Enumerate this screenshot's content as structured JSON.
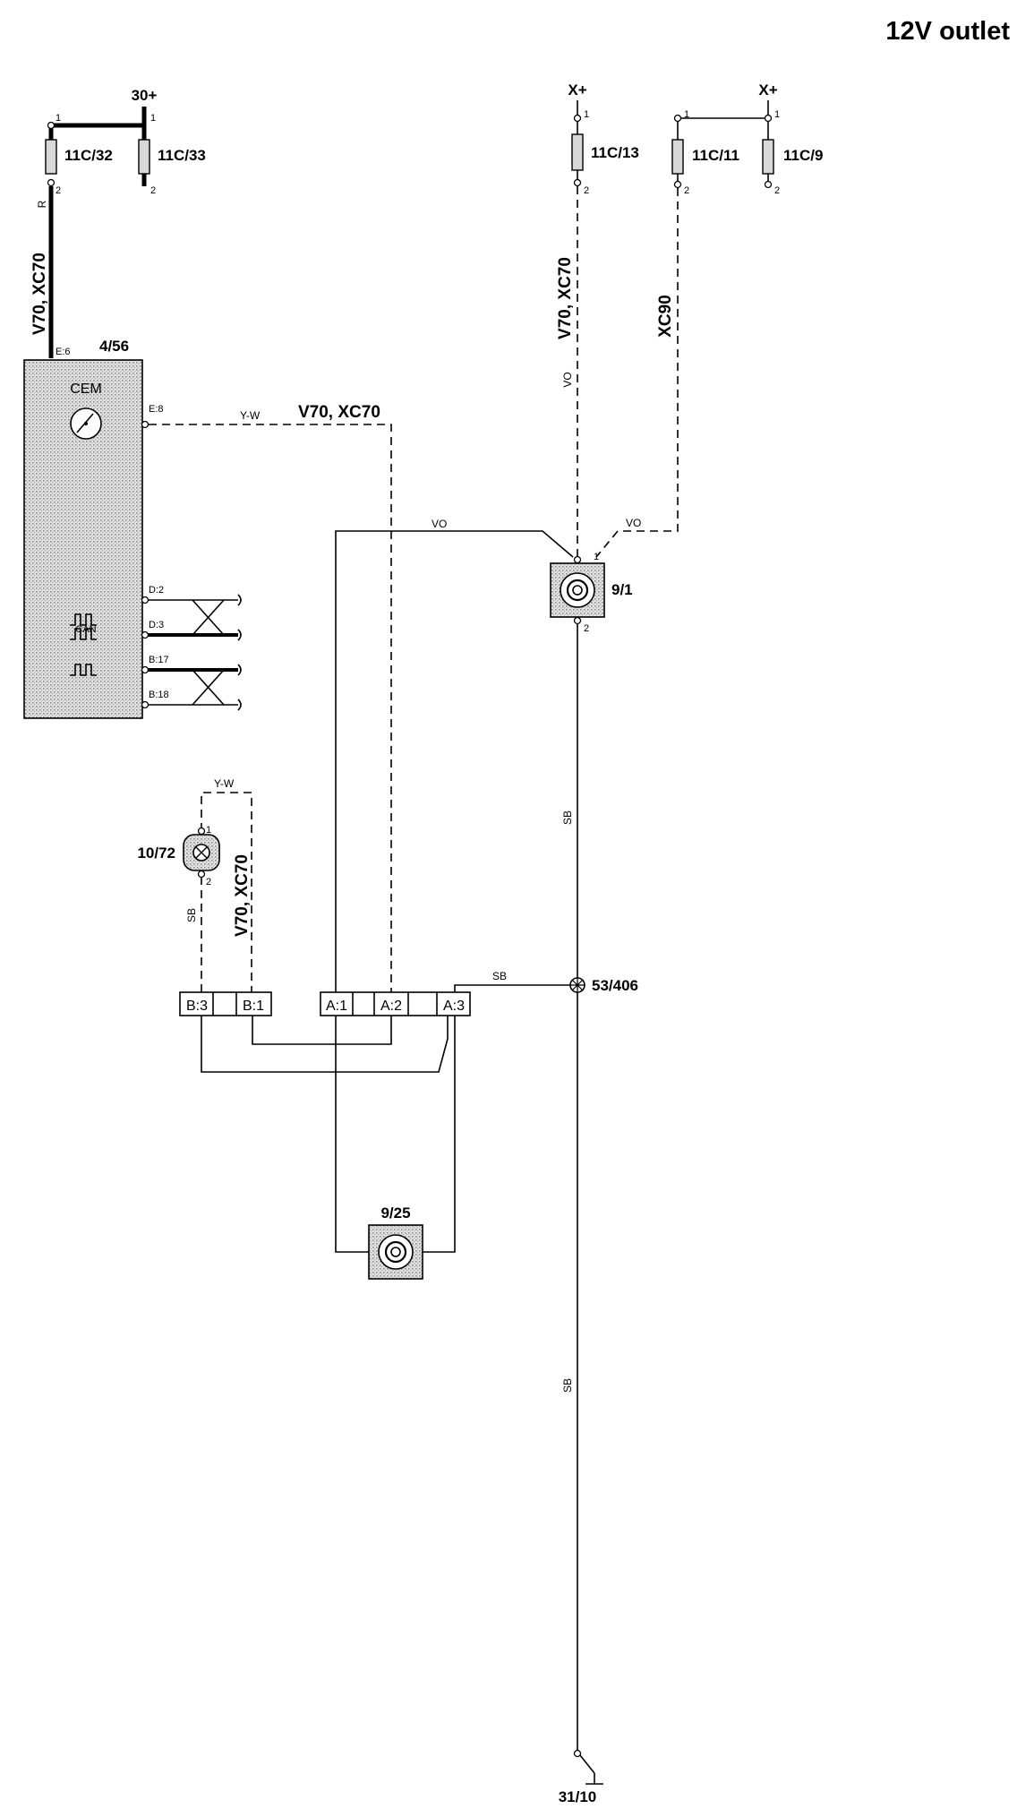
{
  "title": "12V outlet",
  "supplies": {
    "battery": "30+",
    "x_left": "X+",
    "x_right": "X+",
    "ground": "31/10"
  },
  "fuses": {
    "f1": "11C/32",
    "f2": "11C/33",
    "f3": "11C/13",
    "f4": "11C/11",
    "f5": "11C/9"
  },
  "components": {
    "cem_id": "4/56",
    "cem_name": "CEM",
    "can_label": "CAN",
    "outlet_front": "9/1",
    "outlet_rear": "9/25",
    "lamp": "10/72",
    "ground_point": "53/406"
  },
  "pins": {
    "p1": "1",
    "p2": "2",
    "e6": "E:6",
    "e8": "E:8",
    "d2": "D:2",
    "d3": "D:3",
    "b17": "B:17",
    "b18": "B:18"
  },
  "connectors": {
    "b3": "B:3",
    "b1": "B:1",
    "a1": "A:1",
    "a2": "A:2",
    "a3": "A:3"
  },
  "wires": {
    "r": "R",
    "vo": "VO",
    "sb": "SB",
    "yw": "Y-W"
  },
  "variants": {
    "v70_xc70_a": "V70, XC70",
    "v70_xc70_b": "V70, XC70",
    "v70_xc70_c": "V70, XC70",
    "v70_xc70_d": "V70, XC70",
    "xc90": "XC90"
  },
  "colors": {
    "ink": "#000000",
    "component_fill": "#cfcfcf",
    "fuse_fill": "#d8d8d8"
  }
}
